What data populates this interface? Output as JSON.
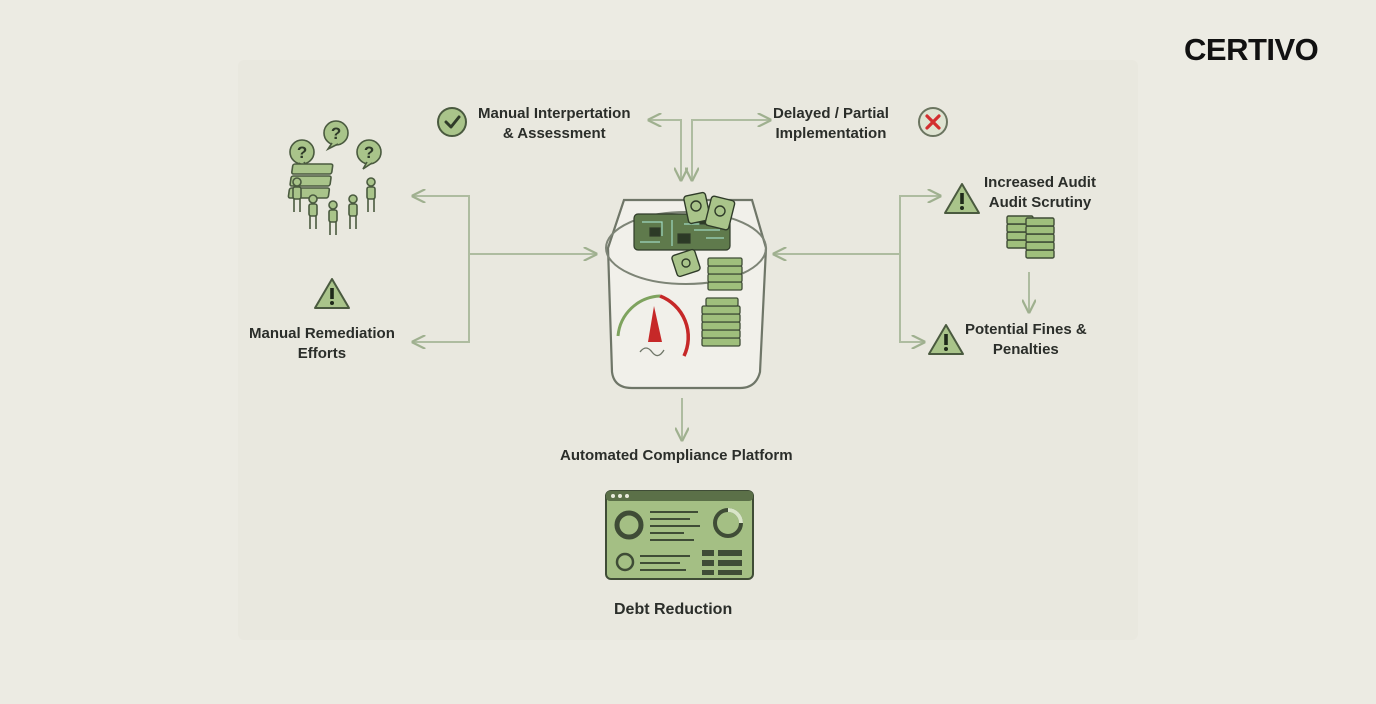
{
  "brand": {
    "logo_text": "CERTIVO"
  },
  "nodes": {
    "manual_interpretation": {
      "line1": "Manual Interpertation",
      "line2": "& Assessment"
    },
    "delayed_implementation": {
      "line1": "Delayed / Partial",
      "line2": "Implementation"
    },
    "manual_remediation": {
      "line1": "Manual Remediation",
      "line2": "Efforts"
    },
    "increased_audit": {
      "line1": "Increased Audit",
      "line2": "Audit Scrutiny"
    },
    "fines_penalties": {
      "line1": "Potential Fines &",
      "line2": "Penalties"
    },
    "platform": {
      "label": "Automated Compliance Platform"
    },
    "debt_reduction": {
      "label": "Debt Reduction"
    }
  },
  "icons": {
    "check": "check-circle-icon",
    "cross": "x-circle-icon",
    "warning": "warning-triangle-icon",
    "people": "people-question-icon",
    "money": "money-stack-icon",
    "hub": "compliance-box-icon",
    "dashboard": "dashboard-icon"
  },
  "colors": {
    "background": "#ecebe3",
    "line": "#a9b99a",
    "icon_fill": "#a9c48a",
    "icon_stroke": "#4a5a3f",
    "gauge_red": "#c62828",
    "cross_red": "#d32f2f",
    "text": "#2b2e2a"
  }
}
